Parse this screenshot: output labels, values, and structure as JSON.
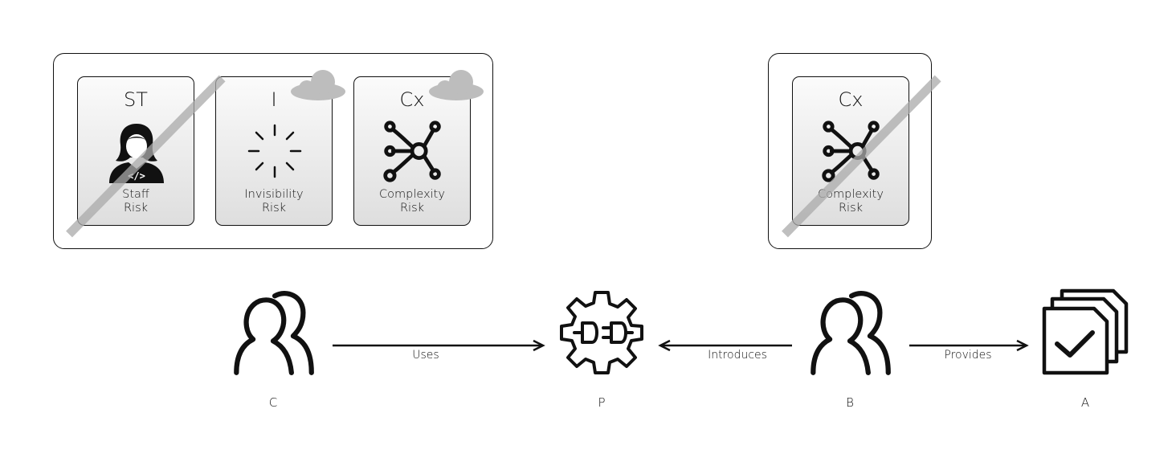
{
  "left_group": {
    "cards": [
      {
        "code": "ST",
        "label_line1": "Staff",
        "label_line2": "Risk",
        "icon": "developer-person-icon"
      },
      {
        "code": "I",
        "label_line1": "Invisibility",
        "label_line2": "Risk",
        "icon": "invisibility-burst-icon"
      },
      {
        "code": "Cx",
        "label_line1": "Complexity",
        "label_line2": "Risk",
        "icon": "network-hub-icon"
      }
    ]
  },
  "right_group": {
    "cards": [
      {
        "code": "Cx",
        "label_line1": "Complexity",
        "label_line2": "Risk",
        "icon": "network-hub-icon"
      }
    ]
  },
  "nodes": {
    "c": {
      "label": "C",
      "icon": "people-icon"
    },
    "p": {
      "label": "P",
      "icon": "gear-plug-icon"
    },
    "b": {
      "label": "B",
      "icon": "people-icon"
    },
    "a": {
      "label": "A",
      "icon": "document-stack-check-icon"
    }
  },
  "edges": {
    "uses": "Uses",
    "introduces": "Introduces",
    "provides": "Provides"
  },
  "colors": {
    "stroke": "#111111",
    "strike": "#aaaaaa",
    "cloud": "#bdbdbd"
  }
}
